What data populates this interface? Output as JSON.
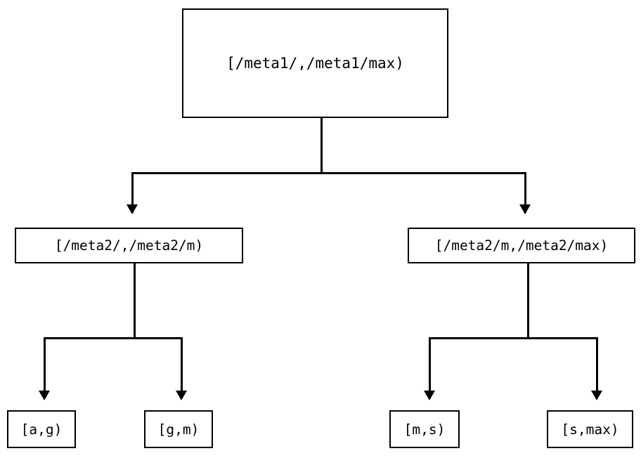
{
  "diagram": {
    "title": "range-partition-tree",
    "orientation": "top-down",
    "line_color": "#000000",
    "box_fill": "#ffffff",
    "text_color": "#000000",
    "nodes": {
      "root": {
        "label": "[/meta1/,/meta1/max)"
      },
      "mid_left": {
        "label": "[/meta2/,/meta2/m)"
      },
      "mid_right": {
        "label": "[/meta2/m,/meta2/max)"
      },
      "leaf_ag": {
        "label": "[a,g)"
      },
      "leaf_gm": {
        "label": "[g,m)"
      },
      "leaf_ms": {
        "label": "[m,s)"
      },
      "leaf_smax": {
        "label": "[s,max)"
      }
    },
    "edges": [
      {
        "from": "root",
        "to": "mid_left",
        "arrow": "down-triangle"
      },
      {
        "from": "root",
        "to": "mid_right",
        "arrow": "down-triangle"
      },
      {
        "from": "mid_left",
        "to": "leaf_ag",
        "arrow": "down-triangle"
      },
      {
        "from": "mid_left",
        "to": "leaf_gm",
        "arrow": "down-triangle"
      },
      {
        "from": "mid_right",
        "to": "leaf_ms",
        "arrow": "down-triangle"
      },
      {
        "from": "mid_right",
        "to": "leaf_smax",
        "arrow": "down-triangle"
      }
    ]
  }
}
